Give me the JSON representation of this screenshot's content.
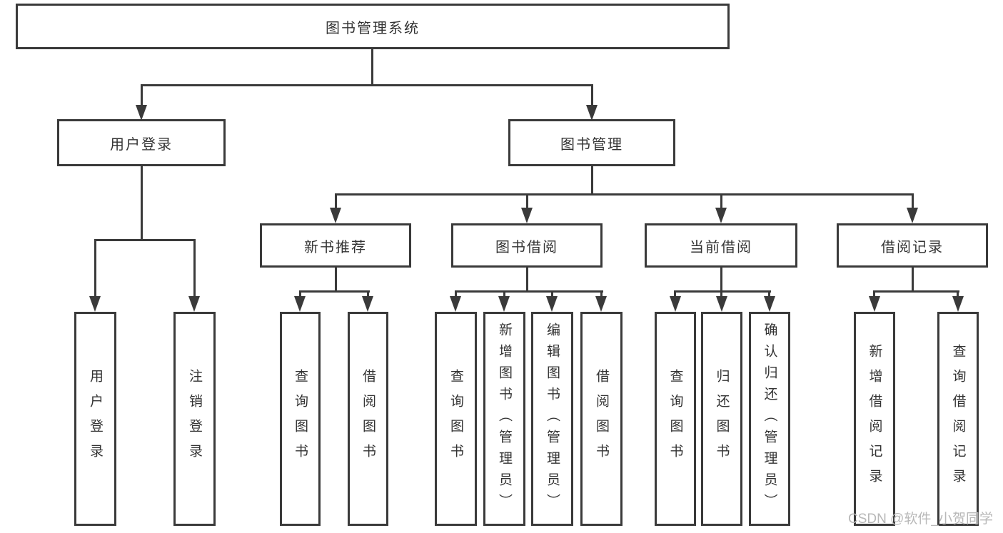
{
  "diagram": {
    "root": "图书管理系统",
    "branches": [
      {
        "label": "用户登录",
        "children": [
          {
            "label": "用户登录"
          },
          {
            "label": "注销登录"
          }
        ]
      },
      {
        "label": "图书管理",
        "children": [
          {
            "label": "新书推荐",
            "children": [
              {
                "label": "查询图书"
              },
              {
                "label": "借阅图书"
              }
            ]
          },
          {
            "label": "图书借阅",
            "children": [
              {
                "label": "查询图书"
              },
              {
                "label": "新增图书（管理员）"
              },
              {
                "label": "编辑图书（管理员）"
              },
              {
                "label": "借阅图书"
              }
            ]
          },
          {
            "label": "当前借阅",
            "children": [
              {
                "label": "查询图书"
              },
              {
                "label": "归还图书"
              },
              {
                "label": "确认归还（管理员）"
              }
            ]
          },
          {
            "label": "借阅记录",
            "children": [
              {
                "label": "新增借阅记录"
              },
              {
                "label": "查询借阅记录"
              }
            ]
          }
        ]
      }
    ]
  },
  "watermark": "CSDN @软件_小贺同学",
  "colors": {
    "line": "#3a3a3a",
    "text": "#333333",
    "watermark": "#b8b8b8",
    "background": "#ffffff"
  }
}
